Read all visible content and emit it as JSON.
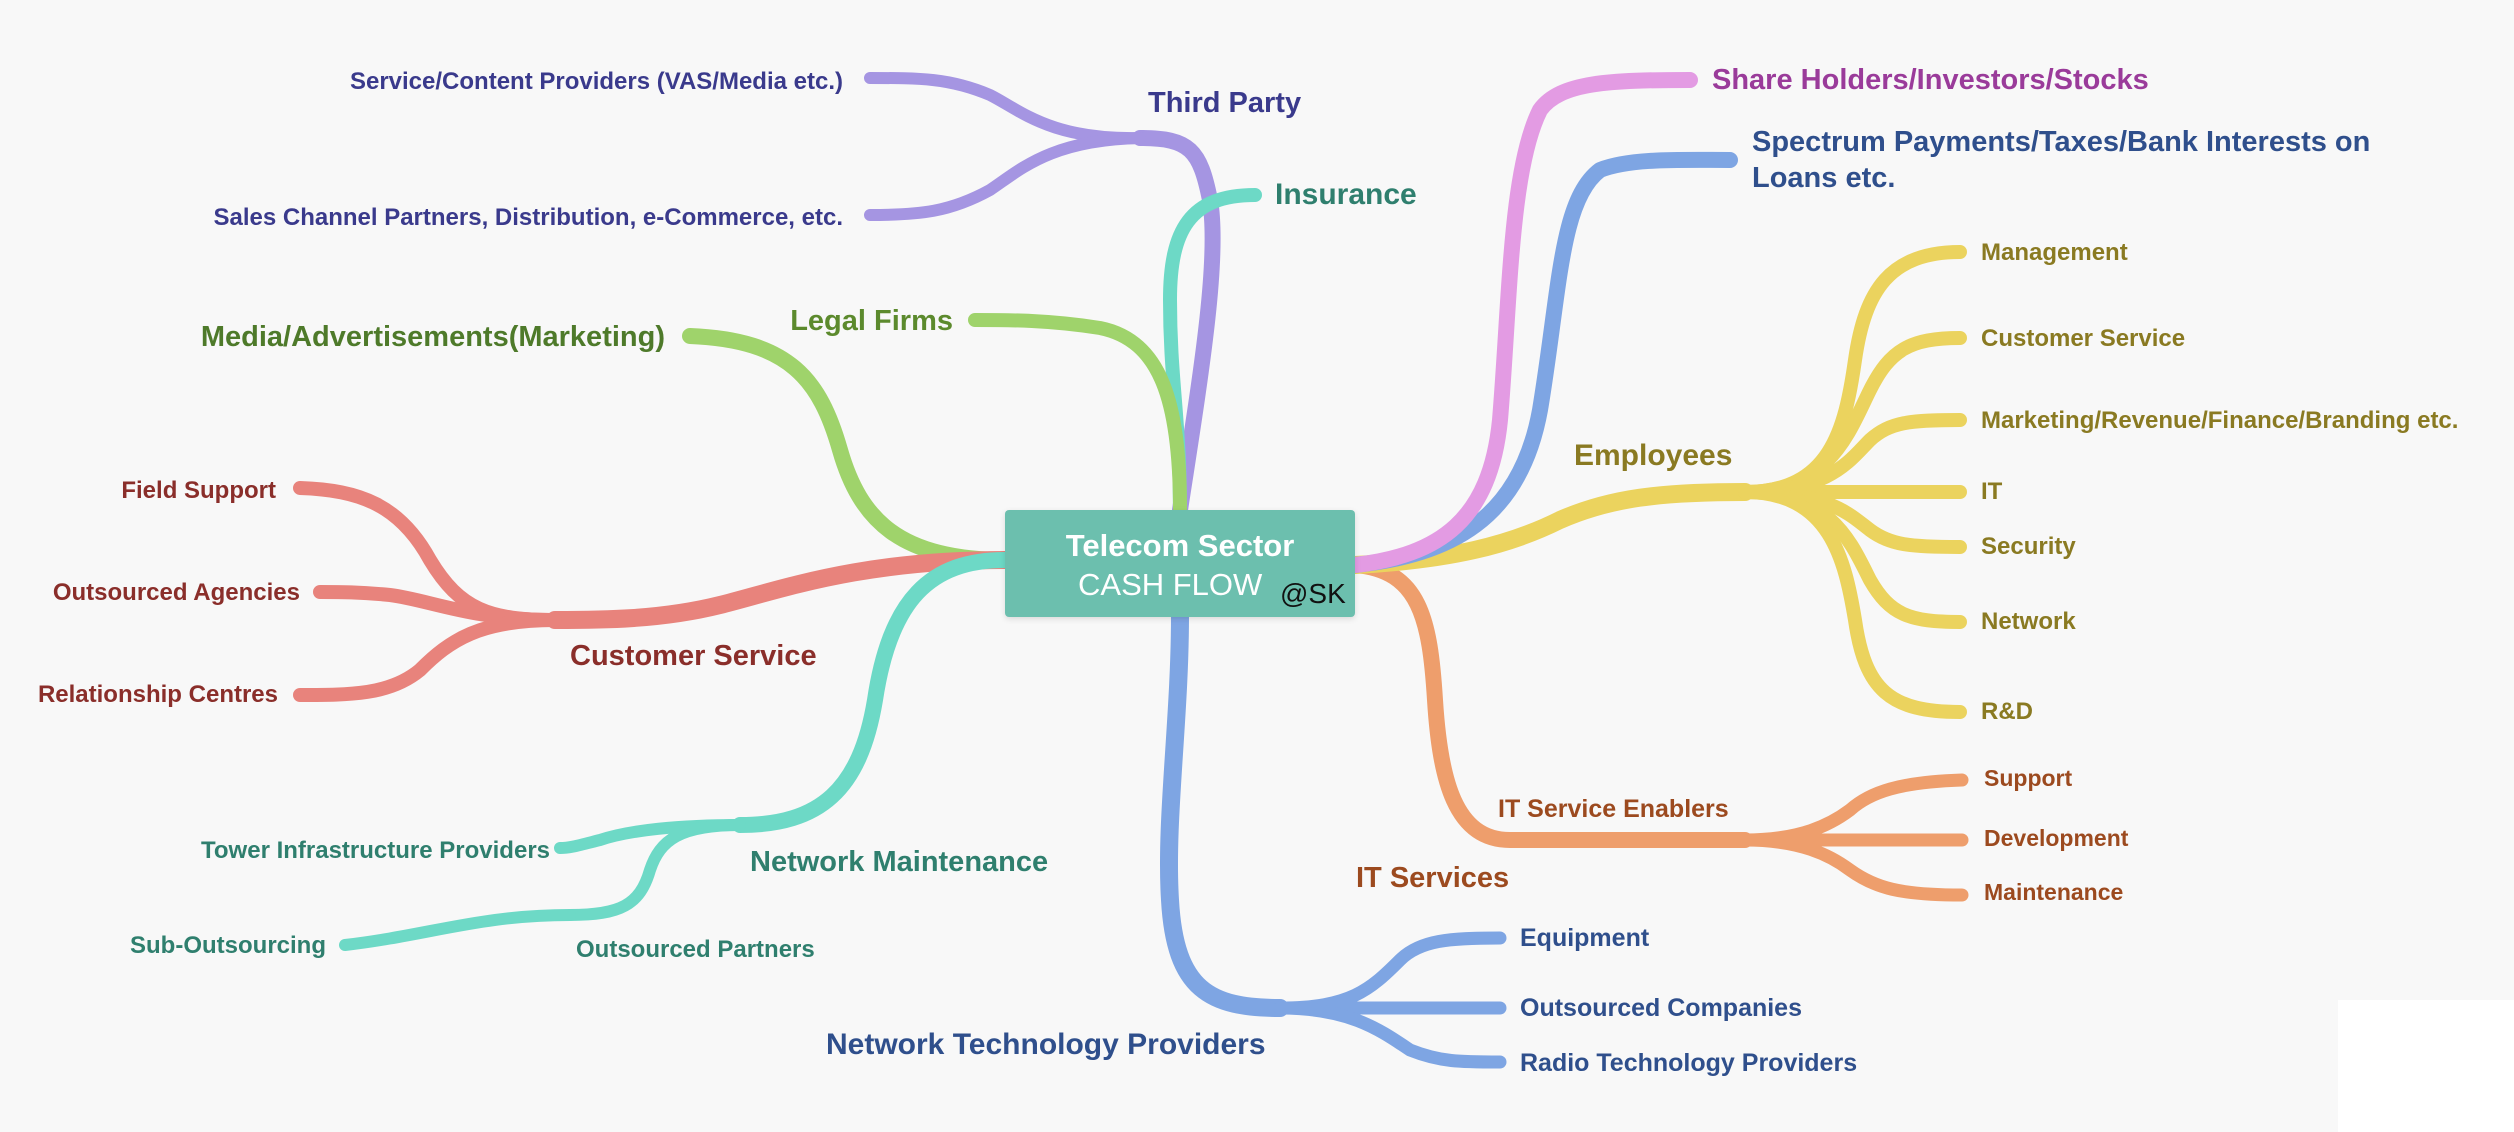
{
  "center": {
    "title": "Telecom Sector",
    "subtitle": "CASH FLOW",
    "signature": "@SK",
    "color": "#6cbfae"
  },
  "colors": {
    "third_party": "#a595e2",
    "insurance": "#6dd9c6",
    "legal": "#9fd36b",
    "media": "#9fd36b",
    "customer_service": "#e8837c",
    "network_maintenance": "#6dd9c6",
    "network_tech": "#7ea5e3",
    "it_services": "#ee9e6c",
    "employees": "#ebd35e",
    "spectrum": "#7ea5e3",
    "shareholders": "#e39be3"
  },
  "text_colors": {
    "third_party": "#3a3a8c",
    "insurance": "#2f7f6e",
    "legal": "#5c8a2d",
    "media": "#4e7a2a",
    "customer_service": "#8a2e2a",
    "network_maintenance": "#2f7f6e",
    "network_tech": "#2f4f8c",
    "it_services": "#9c4a1f",
    "employees": "#8a7a22",
    "spectrum": "#2f4f8c",
    "shareholders": "#9a3b9a"
  },
  "nodes": {
    "third_party": "Third Party",
    "service_content": "Service/Content Providers (VAS/Media etc.)",
    "sales_channel": "Sales Channel Partners, Distribution, e-Commerce, etc.",
    "insurance": "Insurance",
    "legal_firms": "Legal Firms",
    "media": "Media/Advertisements(Marketing)",
    "customer_service": "Customer Service",
    "field_support": "Field Support",
    "outsourced_agencies": "Outsourced Agencies",
    "relationship_centres": "Relationship Centres",
    "network_maintenance": "Network Maintenance",
    "tower_infra": "Tower Infrastructure Providers",
    "outsourced_partners": "Outsourced Partners",
    "sub_outsourcing": "Sub-Outsourcing",
    "network_tech": "Network Technology Providers",
    "equipment": "Equipment",
    "outsourced_companies": "Outsourced Companies",
    "radio_tech": "Radio Technology Providers",
    "it_services": "IT Services",
    "it_enablers": "IT Service Enablers",
    "it_support": "Support",
    "it_development": "Development",
    "it_maintenance": "Maintenance",
    "employees": "Employees",
    "emp_management": "Management",
    "emp_customer_service": "Customer Service",
    "emp_marketing": "Marketing/Revenue/Finance/Branding etc.",
    "emp_it": "IT",
    "emp_security": "Security",
    "emp_network": "Network",
    "emp_rnd": "R&D",
    "spectrum_line1": "Spectrum Payments/Taxes/Bank Interests on",
    "spectrum_line2": "Loans etc.",
    "shareholders": "Share Holders/Investors/Stocks"
  }
}
